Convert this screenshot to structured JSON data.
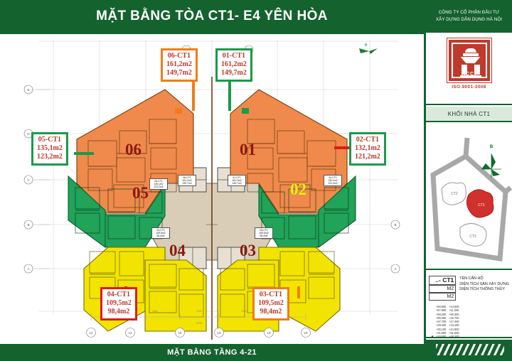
{
  "header": {
    "title": "MẶT BẰNG TÒA CT1- E4 YÊN HÒA"
  },
  "footer": {
    "title": "MẶT BẰNG TẦNG 4-21"
  },
  "right_panel": {
    "company_line1": "CÔNG TY CỔ PHẦN ĐẦU TƯ",
    "company_line2": "XÂY DỰNG DÂN DỤNG HÀ NỘI",
    "logo_brand": "HCCI",
    "logo_iso": "ISO.9001-2008",
    "block_title": "KHỐI NHÀ CT1",
    "compass_label": "B",
    "site_blocks": [
      {
        "label": "CT1"
      },
      {
        "label": "CT2"
      },
      {
        "label": "CT3"
      }
    ],
    "legend": {
      "key_name": "..- CT1",
      "key_area1": "M2",
      "key_area2": "M2",
      "desc_name": "TÊN CĂN HỘ",
      "desc_area1": "DIỆN TÍCH SÀN XÂY DỰNG",
      "desc_area2": "DIỆN TÍCH THÔNG THỦY",
      "elevations_left": [
        "+68.900",
        "+67.600",
        "+58.200",
        "+55.000",
        "+37.700",
        "+29.400",
        "+25.100",
        "+21.800",
        "+18.600"
      ],
      "elevations_right": [
        "+14.500",
        "+11.300",
        "+50.300",
        "+42.700",
        "+17.400",
        "+44.100",
        "+24.800",
        "+51.500",
        "+48.200"
      ]
    }
  },
  "plan": {
    "units": [
      {
        "id": "06",
        "code": "06-CT1",
        "area_built": "161,2m2",
        "area_net": "149,7m2",
        "wing_color": "#ef8a4c",
        "callout_border": "#f07d1a",
        "number_color": "#8b1a10"
      },
      {
        "id": "01",
        "code": "01-CT1",
        "area_built": "161,2m2",
        "area_net": "149,7m2",
        "wing_color": "#ef8a4c",
        "callout_border": "#1a9a4b",
        "number_color": "#8b1a10"
      },
      {
        "id": "05",
        "code": "05-CT1",
        "area_built": "135,1m2",
        "area_net": "123,2m2",
        "wing_color": "#21a359",
        "callout_border": "#1a9a4b",
        "number_color": "#8b1a10"
      },
      {
        "id": "02",
        "code": "02-CT1",
        "area_built": "132,1m2",
        "area_net": "121,2m2",
        "wing_color": "#21a359",
        "callout_border": "#1a9a4b",
        "number_color": "#f5f000"
      },
      {
        "id": "04",
        "code": "04-CT1",
        "area_built": "109,5m2",
        "area_net": "98,4m2",
        "wing_color": "#f2e400",
        "callout_border": "#e01b1b",
        "number_color": "#8b1a10"
      },
      {
        "id": "03",
        "code": "03-CT1",
        "area_built": "109,5m2",
        "area_net": "98,4m2",
        "wing_color": "#f2e400",
        "callout_border": "#f07d1a",
        "number_color": "#8b1a10"
      }
    ],
    "grid_left": [
      "E",
      "D",
      "C",
      "B",
      "A"
    ],
    "grid_bottom": [
      "12",
      "13",
      "15",
      "16",
      "19",
      "19"
    ],
    "grid_top": [
      "A",
      "B"
    ],
    "dimension_texts": [
      "3200",
      "4100",
      "3200",
      "4100",
      "3300",
      "14700"
    ]
  },
  "colors": {
    "banner_green": "#14622e",
    "brand_red": "#c0392b",
    "wing_orange": "#ef8a4c",
    "wing_green": "#21a359",
    "wing_yellow": "#f2e400",
    "core_beige": "#d9cdb8"
  }
}
